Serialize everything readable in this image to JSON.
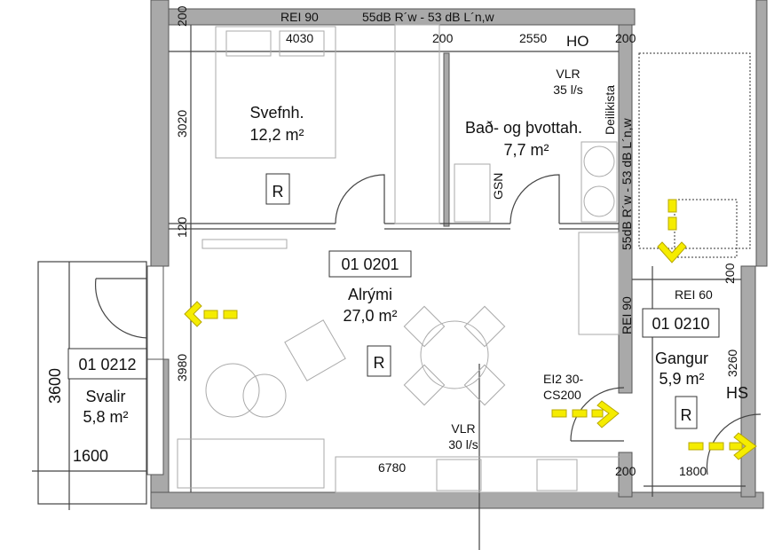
{
  "walls": {
    "top_rating": "REI 90",
    "top_acoustic": "55dB R´w - 53 dB L´n,w",
    "right_rating": "REI 90",
    "right_acoustic": "55dB R´w - 53 dB L´n,w",
    "corridor_rating": "REI 60"
  },
  "dimensions": {
    "top_left": "200",
    "bedroom_width": "4030",
    "mid_200": "200",
    "bath_width": "2550",
    "top_right_200": "200",
    "bedroom_depth": "3020",
    "wall_120": "120",
    "living_depth": "3980",
    "living_width": "6780",
    "bottom_200": "200",
    "corridor_width": "1800",
    "corridor_depth": "3260",
    "corridor_200": "200",
    "balcony_depth": "3600",
    "balcony_width": "1600"
  },
  "rooms": [
    {
      "name": "Svefnh.",
      "area": "12,2 m²",
      "marker": "R"
    },
    {
      "name": "Bað- og þvottah.",
      "area": "7,7 m²"
    },
    {
      "id": "01 0201",
      "name": "Alrými",
      "area": "27,0 m²",
      "marker": "R"
    },
    {
      "id": "01 0210",
      "name": "Gangur",
      "area": "5,9 m²",
      "marker": "R"
    },
    {
      "id": "01 0212",
      "name": "Svalir",
      "area": "5,8 m²"
    }
  ],
  "annotations": {
    "ho": "HO",
    "vlr_bath": "VLR",
    "vlr_bath_rate": "35 l/s",
    "deilikista": "Deilikista",
    "gsn": "GSN",
    "vlr_living": "VLR",
    "vlr_living_rate": "30 l/s",
    "door_rating_1": "EI2 30-",
    "door_rating_2": "CS200",
    "hs": "HS"
  },
  "colors": {
    "wall": "#a9a9a9",
    "escape_arrow": "#f5ec00"
  }
}
